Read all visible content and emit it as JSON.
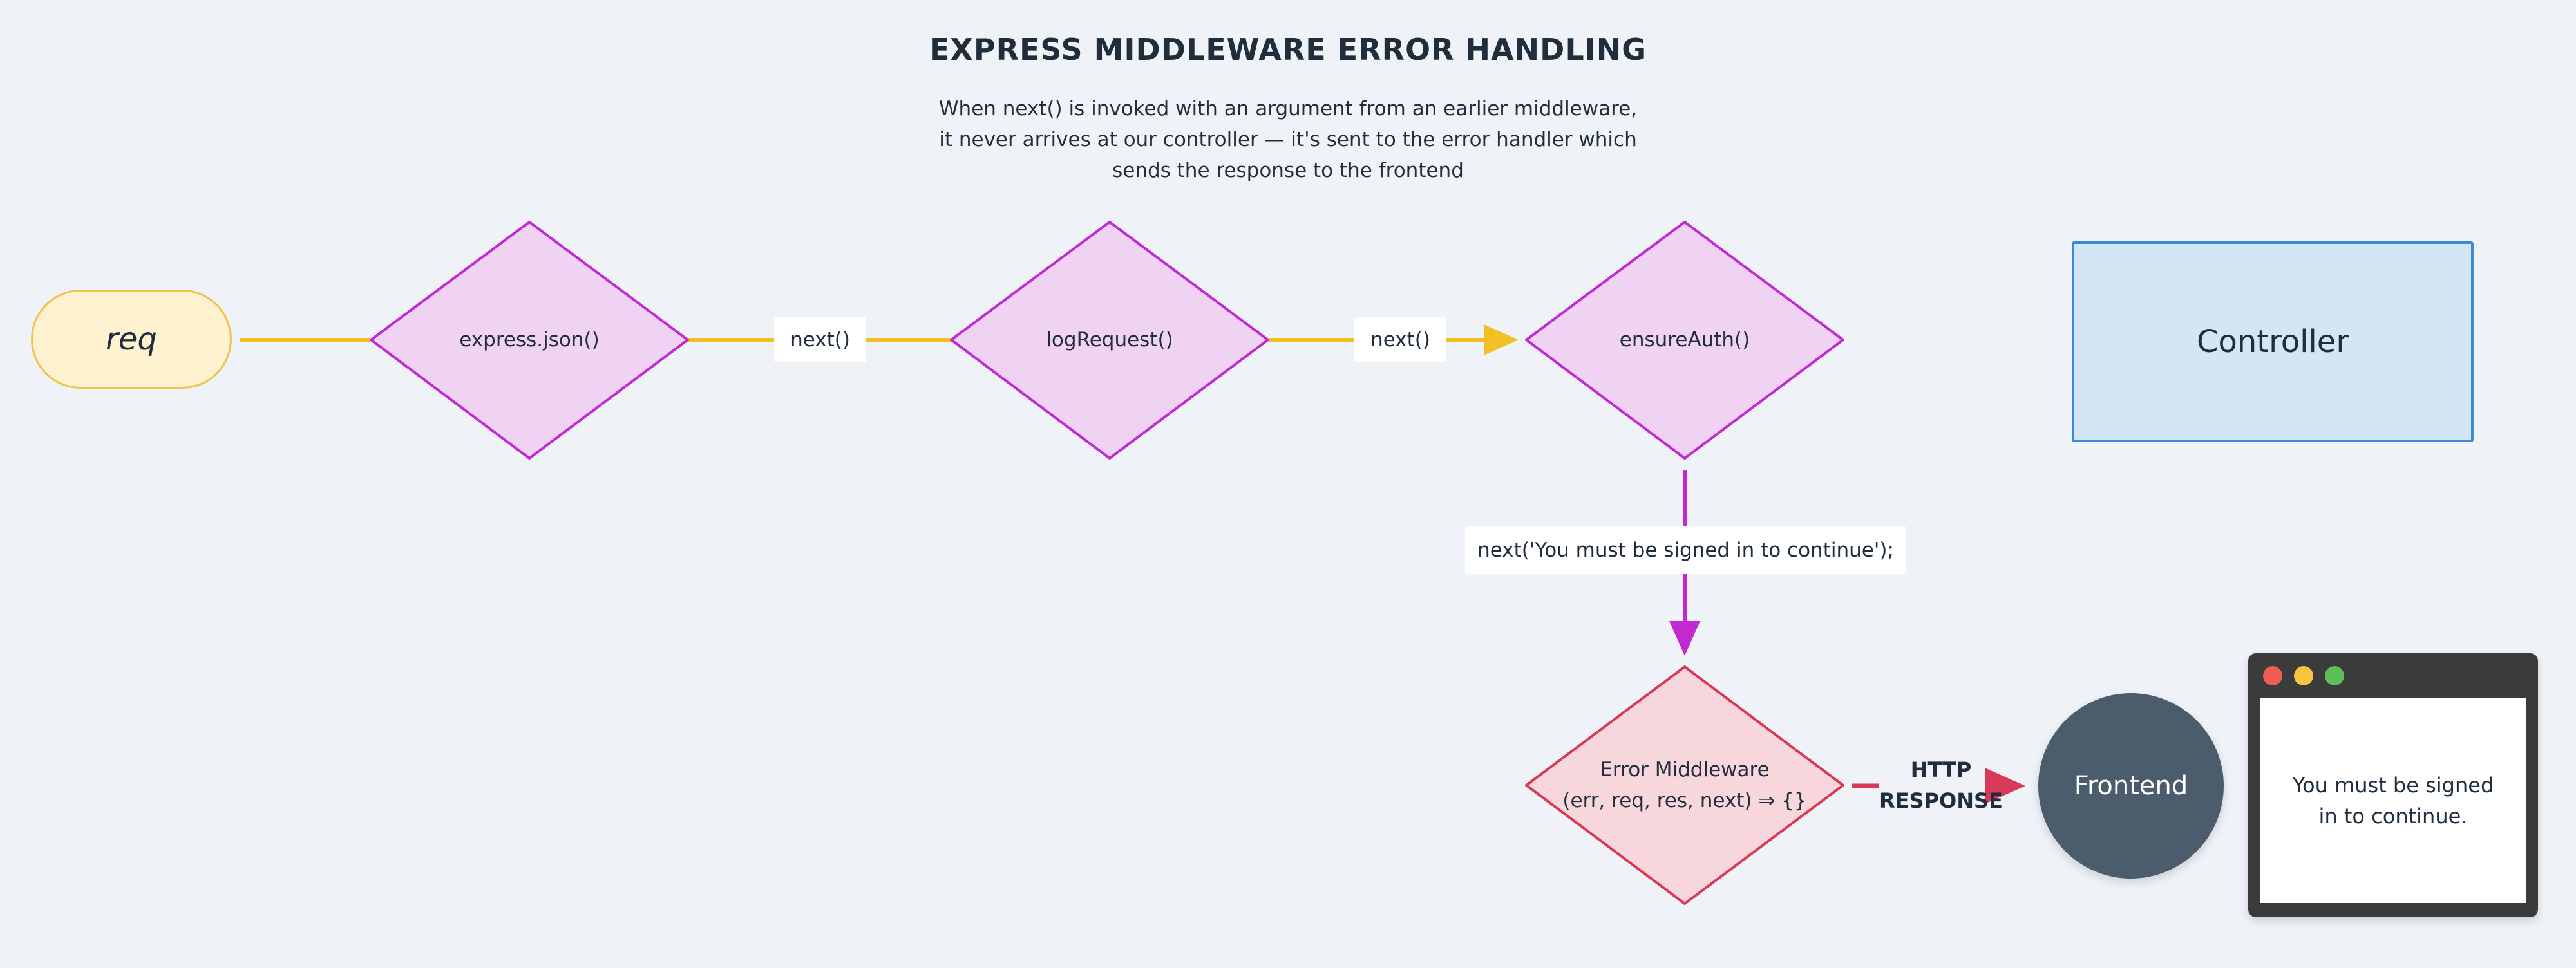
{
  "title": "EXPRESS MIDDLEWARE ERROR HANDLING",
  "subtitle": [
    "When next() is invoked with an argument from an earlier middleware,",
    "it never arrives at our controller — it's sent to the error handler which",
    "sends the response to the frontend"
  ],
  "nodes": {
    "req": "req",
    "express_json": "express.json()",
    "log_request": "logRequest()",
    "ensure_auth": "ensureAuth()",
    "controller": "Controller",
    "error_middleware": [
      "Error Middleware",
      "(err, req, res, next) ⇒ {}"
    ],
    "frontend": "Frontend"
  },
  "edge_labels": {
    "next_1": "next()",
    "next_2": "next()",
    "next_error": "next('You must be signed in to continue');",
    "http_response": [
      "HTTP",
      "RESPONSE"
    ]
  },
  "browser": {
    "message": [
      "You must be signed",
      "in to continue."
    ]
  },
  "colors": {
    "background": "#eff3f7",
    "flow_yellow": "#f0c024",
    "middleware_fill": "#f0d2f3",
    "middleware_stroke": "#c02ad0",
    "error_fill": "#f7d6dc",
    "error_stroke": "#d63a57",
    "controller_fill": "#d4e5f5",
    "controller_stroke": "#3b8ad8",
    "frontend_fill": "#4b5d6c",
    "browser_dots": [
      "#ee5c54",
      "#f6c342",
      "#5ebf5a"
    ]
  }
}
